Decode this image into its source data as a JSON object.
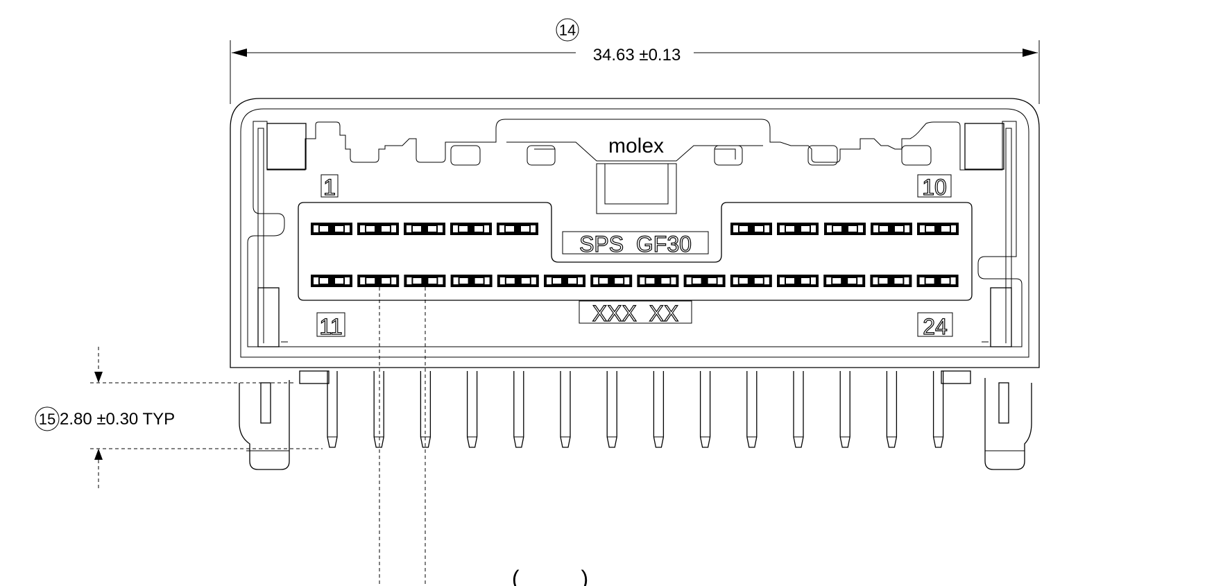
{
  "dimensions": {
    "overall_width": {
      "callout": "14",
      "value": "34.63 ±0.13"
    },
    "pin_length": {
      "callout": "15",
      "value": "2.80 ±0.30 TYP"
    }
  },
  "markings": {
    "brand": "molex",
    "material": "SPS  GF30",
    "code": "XXX  XX",
    "pin_labels": {
      "first_top": "1",
      "last_top": "10",
      "first_bottom": "11",
      "last_bottom": "24"
    }
  },
  "cut_off_bracket": "(          )"
}
